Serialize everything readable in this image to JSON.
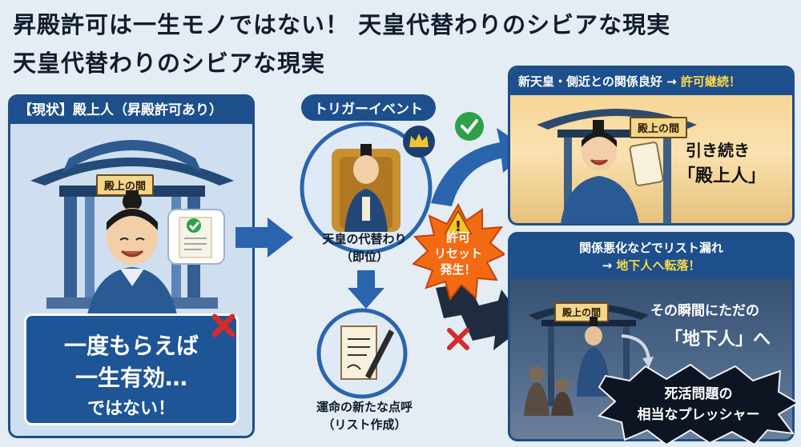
{
  "title": {
    "line1": "昇殿許可は一生モノではない！ 天皇代替わりのシビアな現実",
    "line2": "天皇代替わりのシビアな現実"
  },
  "left_panel": {
    "header": "【現状】殿上人（昇殿許可あり）",
    "sign": "殿上の間",
    "claim_line1": "一度もらえば",
    "claim_line2": "一生有効…",
    "claim_line3": "ではない！"
  },
  "trigger": {
    "label": "トリガーイベント",
    "caption_line1": "天皇の代替わり",
    "caption_line2": "（即位）"
  },
  "reset_burst": {
    "line1": "許可",
    "line2": "リセット",
    "line3": "発生！"
  },
  "rollcall": {
    "caption_line1": "運命の新たな点呼",
    "caption_line2": "（リスト作成）"
  },
  "right_top": {
    "header_main": "新天皇・側近との関係良好 →",
    "header_highlight": "許可継続！",
    "sign": "殿上の間",
    "text_line1": "引き続き",
    "text_line2": "「殿上人」"
  },
  "right_bottom": {
    "header_line1": "関係悪化などでリスト漏れ",
    "header_line2_arrow": "→",
    "header_line2_highlight": "地下人へ転落！",
    "sign": "殿上の間",
    "text_line1": "その瞬間にただの",
    "text_line2": "「地下人」へ",
    "pressure_line1": "死活問題の",
    "pressure_line2": "相当なプレッシャー"
  },
  "colors": {
    "accent_blue": "#1c4f8c",
    "highlight_yellow": "#ffd84a",
    "check_green": "#2ea04a",
    "cross_red": "#d62b2b",
    "burst_orange": "#f36a12"
  }
}
